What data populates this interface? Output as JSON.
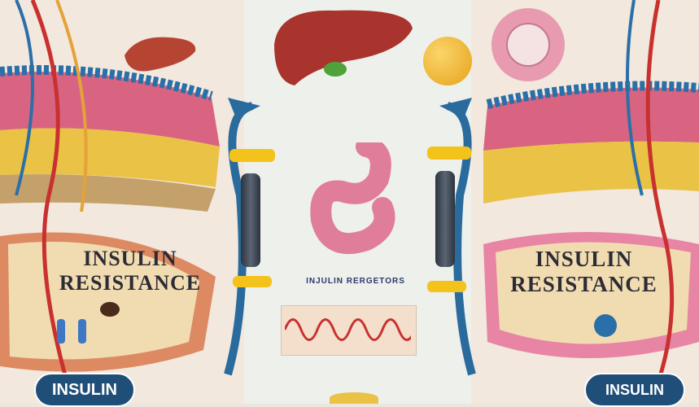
{
  "left_panel": {
    "title_line1": "INSULIN",
    "title_line2": "RESISTANCE",
    "badge": "INSULIN"
  },
  "right_panel": {
    "title_line1": "INSULIN",
    "title_line2": "RESISTANCE",
    "badge": "INSULIN"
  },
  "center": {
    "insulin_receptors": "INJULIN RERGETORS"
  },
  "colors": {
    "membrane_blue": "#2b6fa8",
    "arrow_blue": "#2a6b9d",
    "tissue_pink": "#d85f7f",
    "fat_yellow": "#e9c246",
    "badge_blue": "#1f4e78",
    "liver_red": "#a8342d",
    "wave_red": "#c8312f"
  },
  "icons": [
    "liver-icon",
    "stomach-icon",
    "cell-icon",
    "insulin-vial-icon",
    "arrow-icon",
    "glucose-icon"
  ]
}
